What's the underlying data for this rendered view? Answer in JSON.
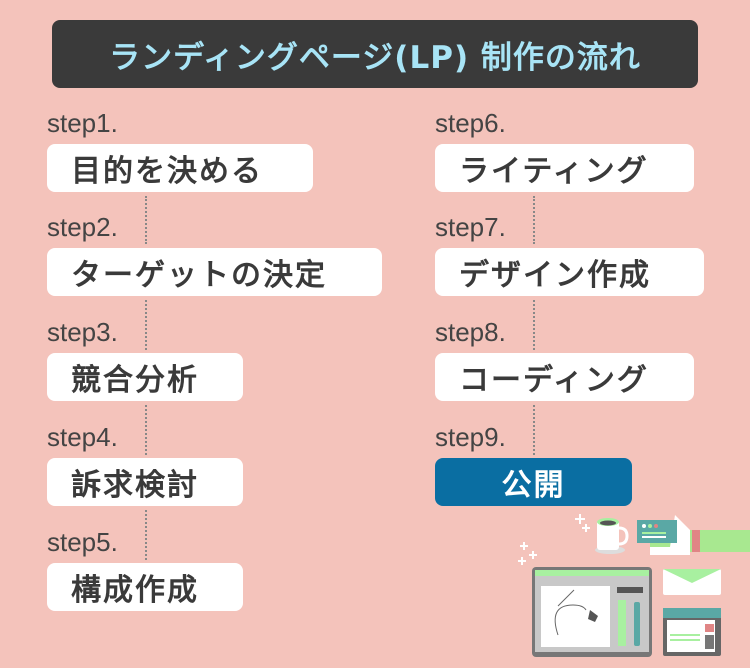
{
  "title": "ランディングページ(LP) 制作の流れ",
  "steps": [
    {
      "label": "step1.",
      "name": "目的を決める"
    },
    {
      "label": "step2.",
      "name": "ターゲットの決定"
    },
    {
      "label": "step3.",
      "name": "競合分析"
    },
    {
      "label": "step4.",
      "name": "訴求検討"
    },
    {
      "label": "step5.",
      "name": "構成作成"
    },
    {
      "label": "step6.",
      "name": "ライティング"
    },
    {
      "label": "step7.",
      "name": "デザイン作成"
    },
    {
      "label": "step8.",
      "name": "コーディング"
    },
    {
      "label": "step9.",
      "name": "公開"
    }
  ],
  "colors": {
    "background": "#f4c3bb",
    "title_bg": "#3a3a3a",
    "title_text": "#a8e4f6",
    "highlight": "#0a6ea2"
  }
}
